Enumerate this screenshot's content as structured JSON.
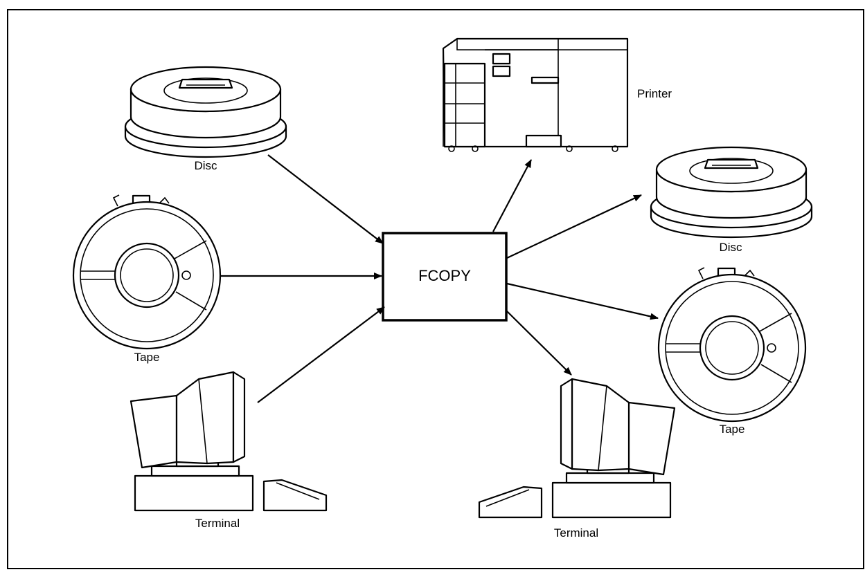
{
  "diagram": {
    "center": "FCOPY",
    "inputs": [
      {
        "id": "disc-in",
        "label": "Disc",
        "icon": "disc-pack-icon"
      },
      {
        "id": "tape-in",
        "label": "Tape",
        "icon": "tape-reel-icon"
      },
      {
        "id": "terminal-in",
        "label": "Terminal",
        "icon": "terminal-icon"
      }
    ],
    "outputs": [
      {
        "id": "printer-out",
        "label": "Printer",
        "icon": "printer-icon"
      },
      {
        "id": "disc-out",
        "label": "Disc",
        "icon": "disc-pack-icon"
      },
      {
        "id": "tape-out",
        "label": "Tape",
        "icon": "tape-reel-icon"
      },
      {
        "id": "terminal-out",
        "label": "Terminal",
        "icon": "terminal-icon"
      }
    ],
    "edges": [
      {
        "from": "disc-in",
        "to": "FCOPY"
      },
      {
        "from": "tape-in",
        "to": "FCOPY"
      },
      {
        "from": "terminal-in",
        "to": "FCOPY"
      },
      {
        "from": "FCOPY",
        "to": "printer-out"
      },
      {
        "from": "FCOPY",
        "to": "disc-out"
      },
      {
        "from": "FCOPY",
        "to": "tape-out"
      },
      {
        "from": "FCOPY",
        "to": "terminal-out"
      }
    ]
  }
}
